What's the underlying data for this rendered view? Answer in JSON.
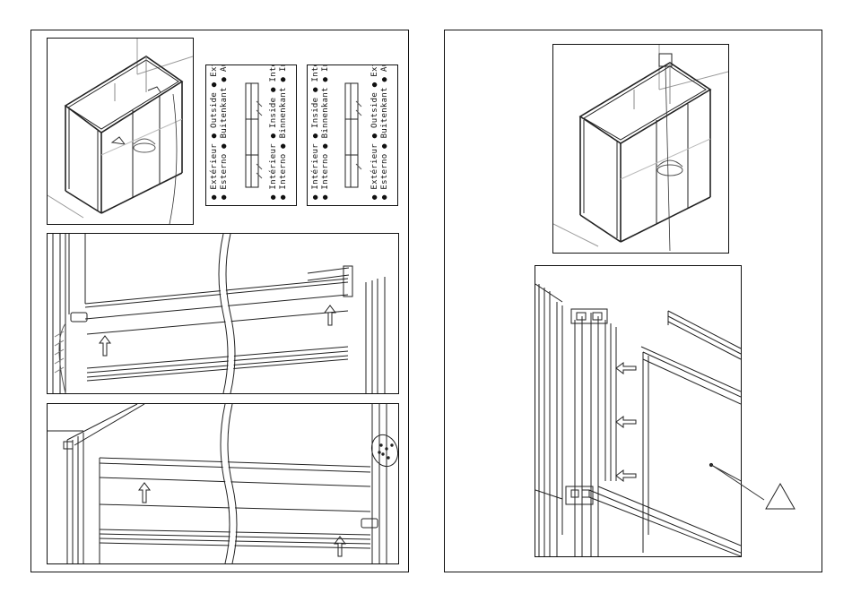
{
  "legend_outside": {
    "line1": "● Extérieur ● Outside ● Exterior",
    "line2": "● Esterno ● Buitenkant ● Außen",
    "line3": "● Intérieur ● Inside ● Interior",
    "line4": "● Interno ● Binnenkant ● Innen"
  },
  "legend_inside": {
    "line1": "● Intérieur ● Inside ● Interior",
    "line2": "● Interno ● Binnenkant ● Innen",
    "line3": "● Extérieur ● Outside ● Exterior",
    "line4": "● Esterno ● Buitenkant ● Außen"
  }
}
